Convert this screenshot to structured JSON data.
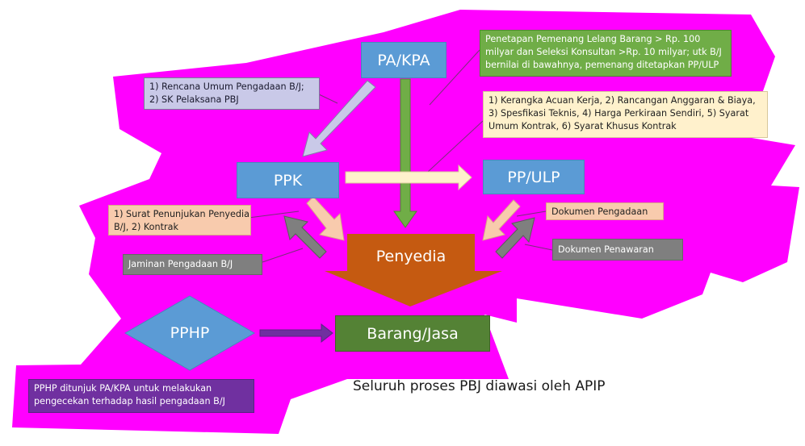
{
  "colors": {
    "background_fill": "#ff00ff",
    "node_blue": "#5b9bd5",
    "penyedia_orange": "#c55a11",
    "barang_green": "#548235",
    "pphp_blue": "#5b9bd5"
  },
  "nodes": {
    "pa_kpa": "PA/KPA",
    "ppk": "PPK",
    "pp_ulp": "PP/ULP",
    "penyedia": "Penyedia",
    "pphp": "PPHP",
    "barang_jasa": "Barang/Jasa"
  },
  "notes": {
    "rencana": [
      "1) Rencana Umum Pengadaan B/J;",
      "2) SK Pelaksana PBJ"
    ],
    "penetapan": [
      "Penetapan Pemenang Lelang Barang > Rp. 100",
      "milyar dan Seleksi Konsultan  >Rp. 10 milyar; utk B/J",
      "bernilai di bawahnya, pemenang ditetapkan PP/ULP"
    ],
    "kerangka": [
      "1) Kerangka Acuan Kerja, 2) Rancangan Anggaran  & Biaya,",
      "3) Spesfikasi  Teknis, 4) Harga Perkiraan Sendiri, 5) Syarat",
      "Umum Kontrak, 6) Syarat Khusus  Kontrak"
    ],
    "surat": [
      "1) Surat Penunjukan Penyedia",
      "B/J, 2) Kontrak"
    ],
    "jaminan": [
      "Jaminan Pengadaan B/J"
    ],
    "dokumen_pengadaan": [
      "Dokumen Pengadaan"
    ],
    "dokumen_penawaran": [
      "Dokumen Penawaran"
    ],
    "pphp_note": [
      "PPHP ditunjuk PA/KPA untuk melakukan",
      "pengecekan terhadap hasil pengadaan B/J"
    ]
  },
  "caption": "Seluruh proses PBJ diawasi oleh APIP"
}
